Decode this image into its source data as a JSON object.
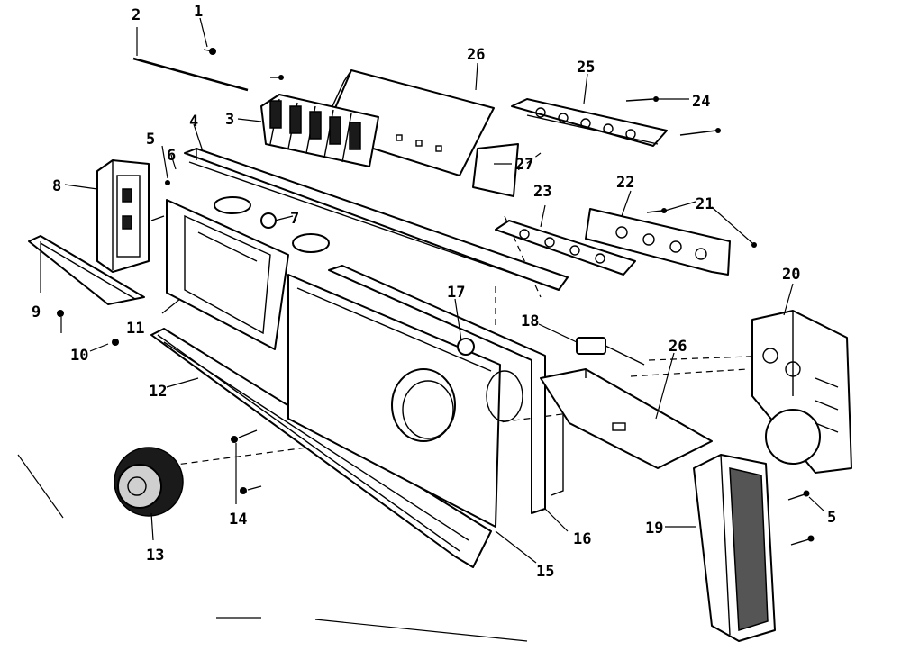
{
  "callouts": [
    {
      "id": "c2",
      "label": "2"
    },
    {
      "id": "c1",
      "label": "1"
    },
    {
      "id": "c26a",
      "label": "26"
    },
    {
      "id": "c25",
      "label": "25"
    },
    {
      "id": "c24",
      "label": "24"
    },
    {
      "id": "c3",
      "label": "3"
    },
    {
      "id": "c4",
      "label": "4"
    },
    {
      "id": "c5a",
      "label": "5"
    },
    {
      "id": "c6",
      "label": "6"
    },
    {
      "id": "c27",
      "label": "27"
    },
    {
      "id": "c8",
      "label": "8"
    },
    {
      "id": "c7",
      "label": "7"
    },
    {
      "id": "c22",
      "label": "22"
    },
    {
      "id": "c21",
      "label": "21"
    },
    {
      "id": "c23",
      "label": "23"
    },
    {
      "id": "c20",
      "label": "20"
    },
    {
      "id": "c9",
      "label": "9"
    },
    {
      "id": "c11",
      "label": "11"
    },
    {
      "id": "c17",
      "label": "17"
    },
    {
      "id": "c18",
      "label": "18"
    },
    {
      "id": "c10",
      "label": "10"
    },
    {
      "id": "c12",
      "label": "12"
    },
    {
      "id": "c26b",
      "label": "26"
    },
    {
      "id": "c14",
      "label": "14"
    },
    {
      "id": "c19",
      "label": "19"
    },
    {
      "id": "c5b",
      "label": "5"
    },
    {
      "id": "c16",
      "label": "16"
    },
    {
      "id": "c13",
      "label": "13"
    },
    {
      "id": "c15",
      "label": "15"
    }
  ]
}
